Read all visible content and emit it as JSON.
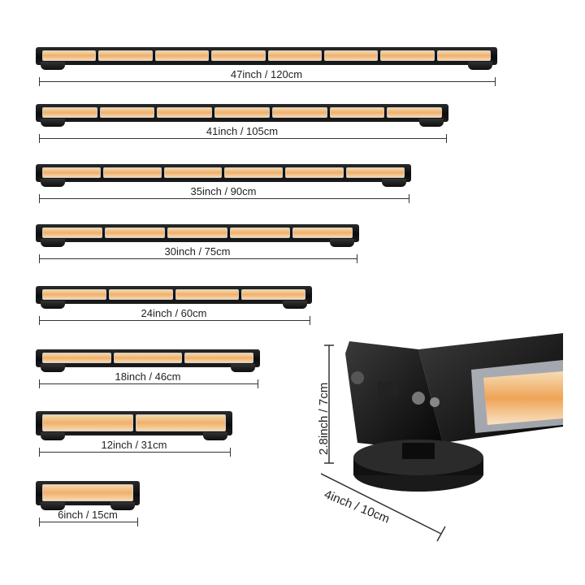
{
  "products": [
    {
      "label": "47inch / 120cm",
      "cells": 8
    },
    {
      "label": "41inch / 105cm",
      "cells": 7
    },
    {
      "label": "35inch / 90cm",
      "cells": 6
    },
    {
      "label": "30inch / 75cm",
      "cells": 5
    },
    {
      "label": "24inch / 60cm",
      "cells": 4
    },
    {
      "label": "18inch / 46cm",
      "cells": 3
    },
    {
      "label": "12inch / 31cm",
      "cells": 2
    },
    {
      "label": "6inch / 15cm",
      "cells": 1
    }
  ],
  "detail": {
    "height_label": "2.8inch / 7cm",
    "depth_label": "4inch / 10cm"
  },
  "colors": {
    "housing": "#111111",
    "lens": "#f0b06b",
    "background": "#ffffff"
  }
}
